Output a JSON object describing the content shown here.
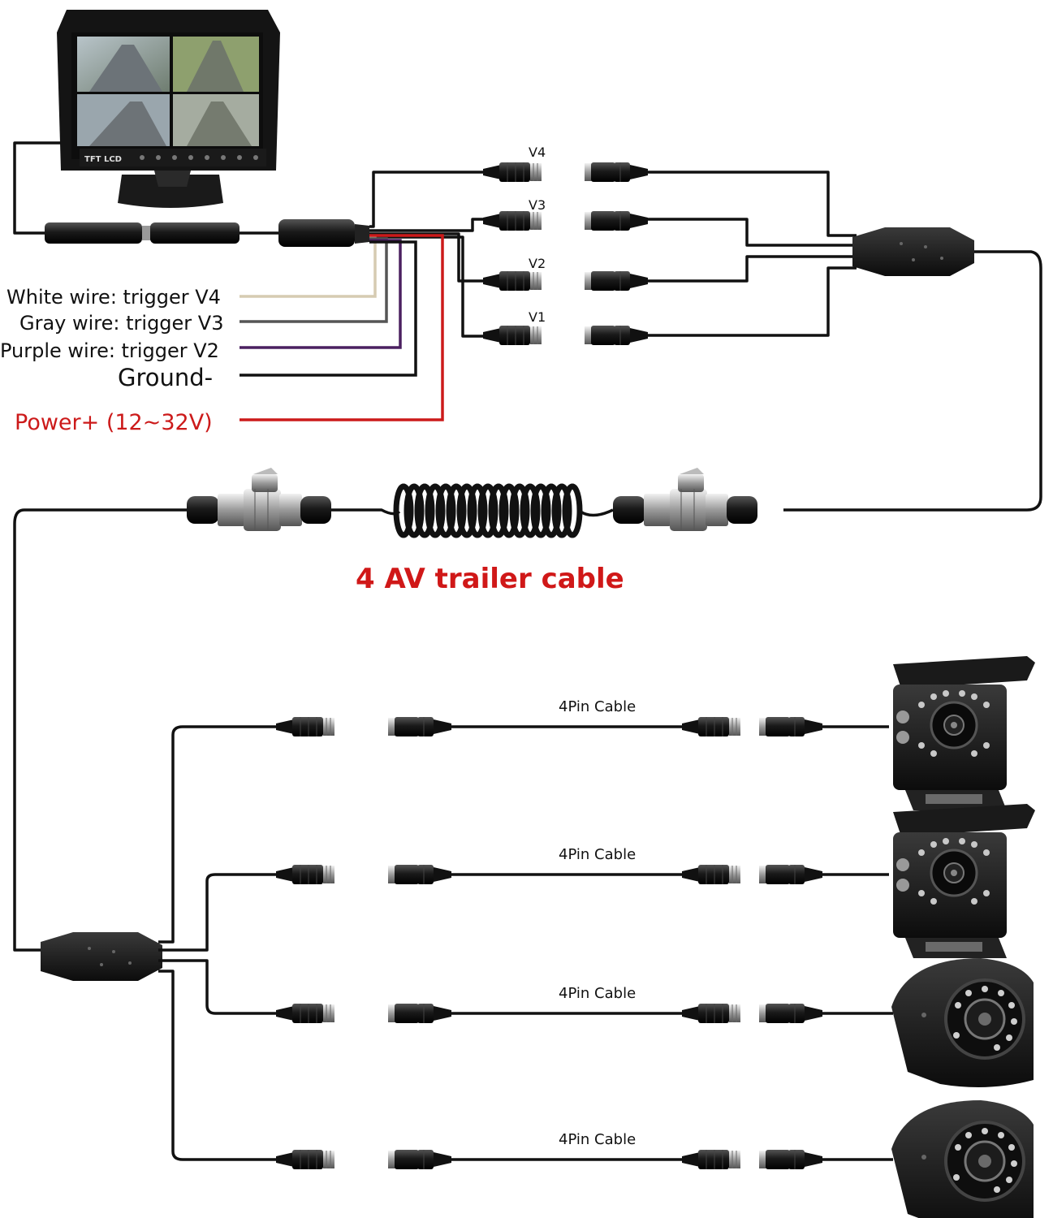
{
  "monitor": {
    "brand": "TFT LCD"
  },
  "input_labels": [
    "V4",
    "V3",
    "V2",
    "V1"
  ],
  "wires": [
    {
      "label": "White wire: trigger V4",
      "color": "#d6cbb2"
    },
    {
      "label": "Gray wire: trigger V3",
      "color": "#555555"
    },
    {
      "label": "Purple wire: trigger V2",
      "color": "#4b2060"
    },
    {
      "label": "Ground-",
      "color": "#111111"
    },
    {
      "label": "Power+ (12~32V)",
      "color": "#cc1a1a"
    }
  ],
  "trailer_cable": {
    "title": "4 AV trailer cable",
    "color": "#d01818"
  },
  "camera_cables": [
    {
      "label": "4Pin Cable",
      "camera": "box"
    },
    {
      "label": "4Pin Cable",
      "camera": "box"
    },
    {
      "label": "4Pin Cable",
      "camera": "dome"
    },
    {
      "label": "4Pin Cable",
      "camera": "dome"
    }
  ]
}
